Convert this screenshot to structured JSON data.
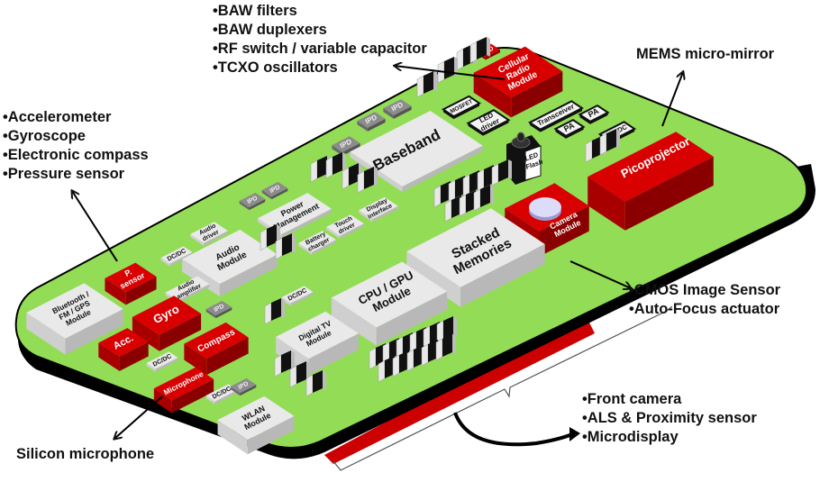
{
  "title": "Smartphone board components (MEMS / RF / sensors)",
  "colors": {
    "board": "#93dc55",
    "board_edge": "#000000",
    "chip_light": "#e9e9e9",
    "chip_red": "#d80000",
    "chip_red_side": "#8a0000",
    "ipd": "#8c8c8c",
    "text": "#111111"
  },
  "callouts": {
    "rf": [
      "•BAW filters",
      "•BAW duplexers",
      "•RF switch / variable capacitor",
      "•TCXO oscillators"
    ],
    "sensors": [
      "•Accelerometer",
      "•Gyroscope",
      "•Electronic compass",
      "•Pressure sensor"
    ],
    "mems_mirror": "MEMS micro-mirror",
    "camera": [
      "•CMOS Image Sensor",
      "•Auto-Focus actuator"
    ],
    "front": [
      "•Front camera",
      "•ALS & Proximity sensor",
      "•Microdisplay"
    ],
    "microphone": "Silicon microphone"
  },
  "chips": {
    "cellular_radio": [
      "Cellular",
      "Radio",
      "Module"
    ],
    "baseband": "Baseband",
    "mosfet": "MOSFET",
    "led_driver": [
      "LED",
      "driver"
    ],
    "transceiver": "Transceiver",
    "pa1": "PA",
    "pa2": "PA",
    "dcdc_top": "DC/DC",
    "led_flash": [
      "LED",
      "Flash"
    ],
    "picoprojector": "Picoprojector",
    "camera_module": [
      "Camera",
      "Module"
    ],
    "power_management": [
      "Power",
      "Management"
    ],
    "display_interface": [
      "Display",
      "interface"
    ],
    "touch_driver": [
      "Touch",
      "driver"
    ],
    "battery_charger": [
      "Battery",
      "charger"
    ],
    "audio_driver": [
      "Audio",
      "driver"
    ],
    "audio_module": [
      "Audio",
      "Module"
    ],
    "audio_amplifier": [
      "Audio",
      "amplifier"
    ],
    "stacked_memories": [
      "Stacked",
      "Memories"
    ],
    "cpu_gpu": [
      "CPU / GPU",
      "Module"
    ],
    "digital_tv": [
      "Digital TV",
      "Module"
    ],
    "bluetooth": [
      "Bluetooth /",
      "FM / GPS",
      "Module"
    ],
    "p_sensor": [
      "P.",
      "sensor"
    ],
    "gyro": "Gyro",
    "acc": "Acc.",
    "compass": "Compass",
    "microphone": "Microphone",
    "wlan": [
      "WLAN",
      "Module"
    ],
    "dcdc": "DC/DC",
    "ipd": "IPD"
  }
}
